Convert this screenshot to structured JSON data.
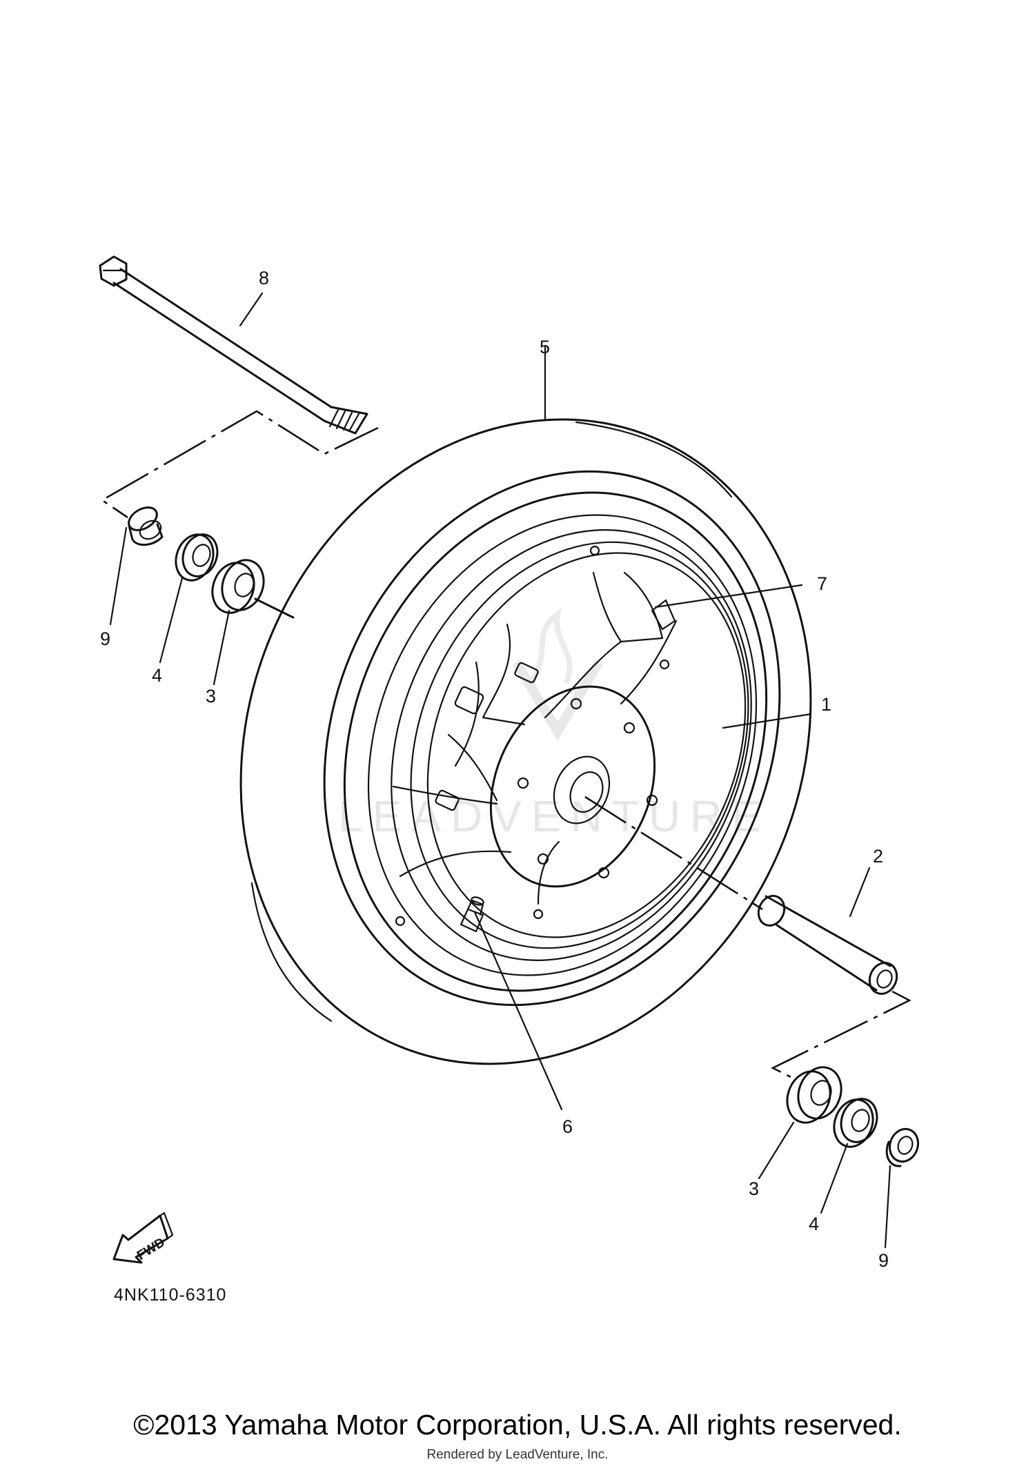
{
  "callouts": {
    "front_wheel": "1",
    "wheel_collar": "2",
    "bearing_left": "3",
    "oil_seal_left": "4",
    "tire": "5",
    "valve": "6",
    "balance_weight": "7",
    "wheel_axle": "8",
    "collar_left": "9",
    "bearing_right": "3",
    "oil_seal_right": "4",
    "collar_right": "9"
  },
  "diagram_code": "4NK110-6310",
  "fwd_label": "FWD",
  "watermark": "LEADVENTURE",
  "footer": {
    "copyright": "©2013 Yamaha Motor Corporation, U.S.A. All rights reserved.",
    "rendered_by": "Rendered by LeadVenture, Inc."
  }
}
